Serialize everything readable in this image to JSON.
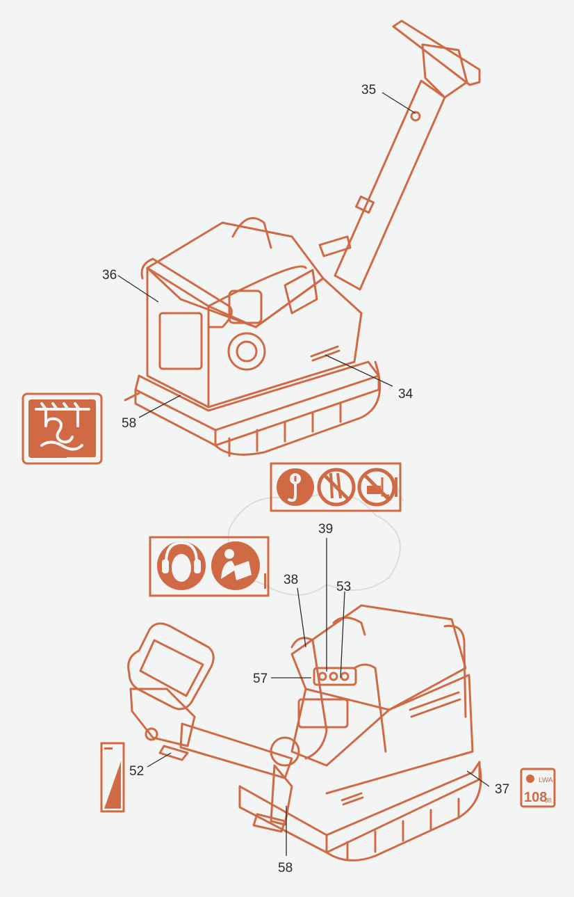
{
  "colors": {
    "ink": "#cf6a45",
    "ink_light": "#e2a587",
    "label": "#2a2a2a",
    "background": "#f3f4f4",
    "watermark": "#dcdcdc"
  },
  "callouts": {
    "c35": "35",
    "c36": "36",
    "c34": "34",
    "c58_top": "58",
    "c39": "39",
    "c53": "53",
    "c38": "38",
    "c57": "57",
    "c52": "52",
    "c37": "37",
    "c58_bottom": "58"
  },
  "decals": {
    "noise_level": {
      "symbol": "LWA",
      "value": "108",
      "unit": "dB"
    },
    "warning_hoist_icons": [
      "lift-point-icon",
      "no-stand-under-icon",
      "no-forklift-icon"
    ],
    "ppe_icons": [
      "ear-protection-icon",
      "read-manual-icon"
    ],
    "tiedown_icon": "tiedown-lash-icon",
    "slope_icon": "slope-wedge-icon"
  },
  "machines": [
    "plate-compactor-handle-extended",
    "plate-compactor-handle-folded"
  ]
}
